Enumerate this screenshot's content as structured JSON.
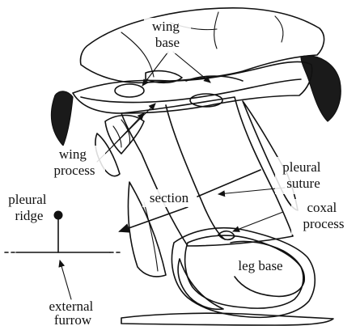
{
  "labels": {
    "wing_base": [
      "wing",
      "base"
    ],
    "wing_process": [
      "wing",
      "process"
    ],
    "pleural_suture": [
      "pleural",
      "suture"
    ],
    "section": "section",
    "pleural_ridge": [
      "pleural",
      "ridge"
    ],
    "coxal_process": [
      "coxal",
      "process"
    ],
    "leg_base": "leg base",
    "external_furrow": [
      "external",
      "furrow"
    ]
  },
  "colors": {
    "ink": "#111111",
    "paper": "#ffffff"
  }
}
